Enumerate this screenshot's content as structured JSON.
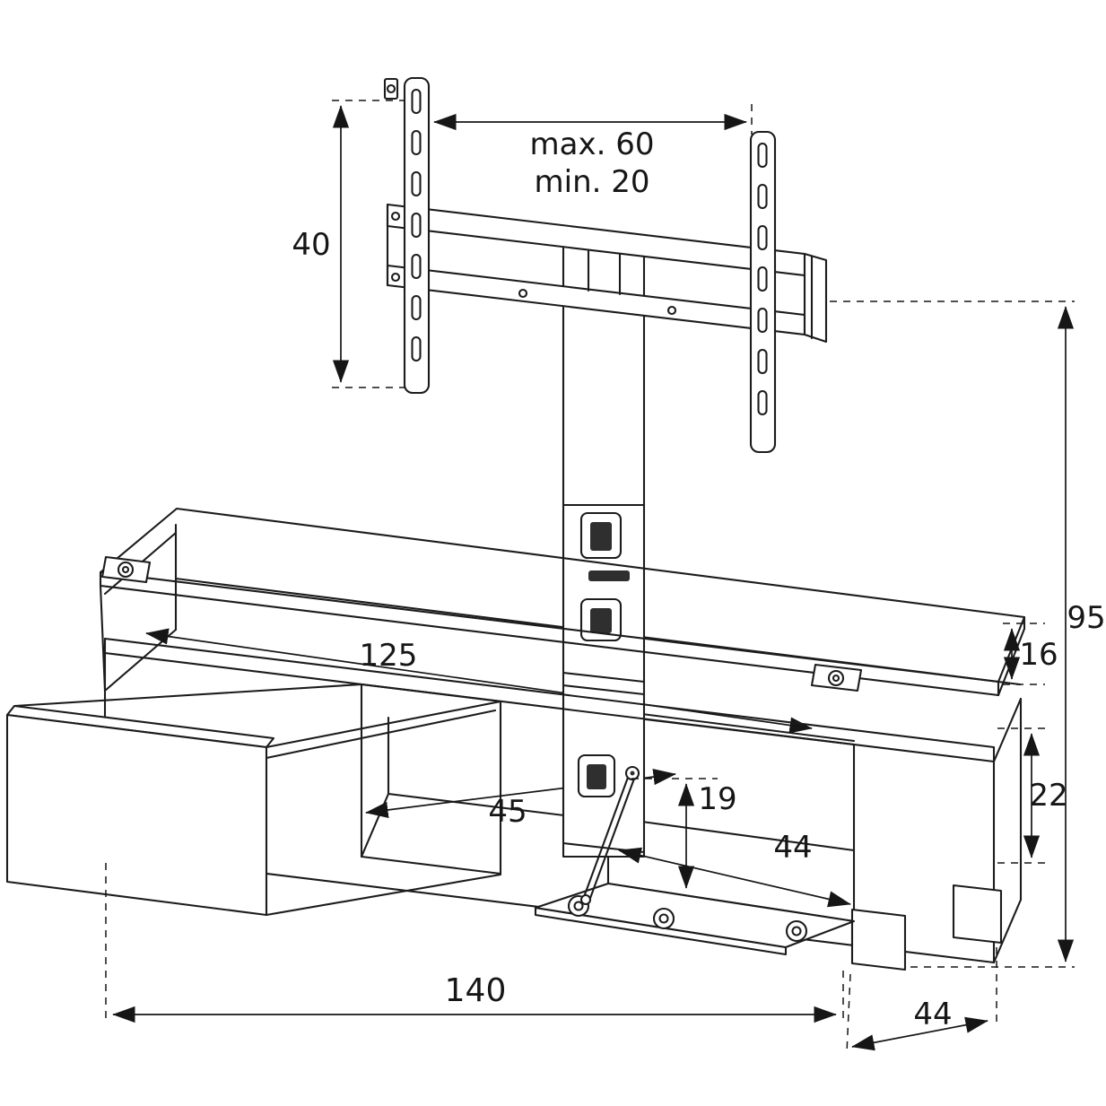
{
  "colors": {
    "line": "#1c1c1c",
    "background": "#ffffff"
  },
  "drawing": {
    "dimensions": {
      "bracket_width_max": "max. 60",
      "bracket_width_min": "min. 20",
      "bracket_rail_height": "40",
      "total_height": "95",
      "top_shelf_gap": "16",
      "compartment_height": "22",
      "inner_width": "125",
      "middle_compartment_width": "45",
      "flap_compartment_height": "19",
      "flap_compartment_width": "44",
      "total_width": "140",
      "total_depth": "44"
    }
  }
}
